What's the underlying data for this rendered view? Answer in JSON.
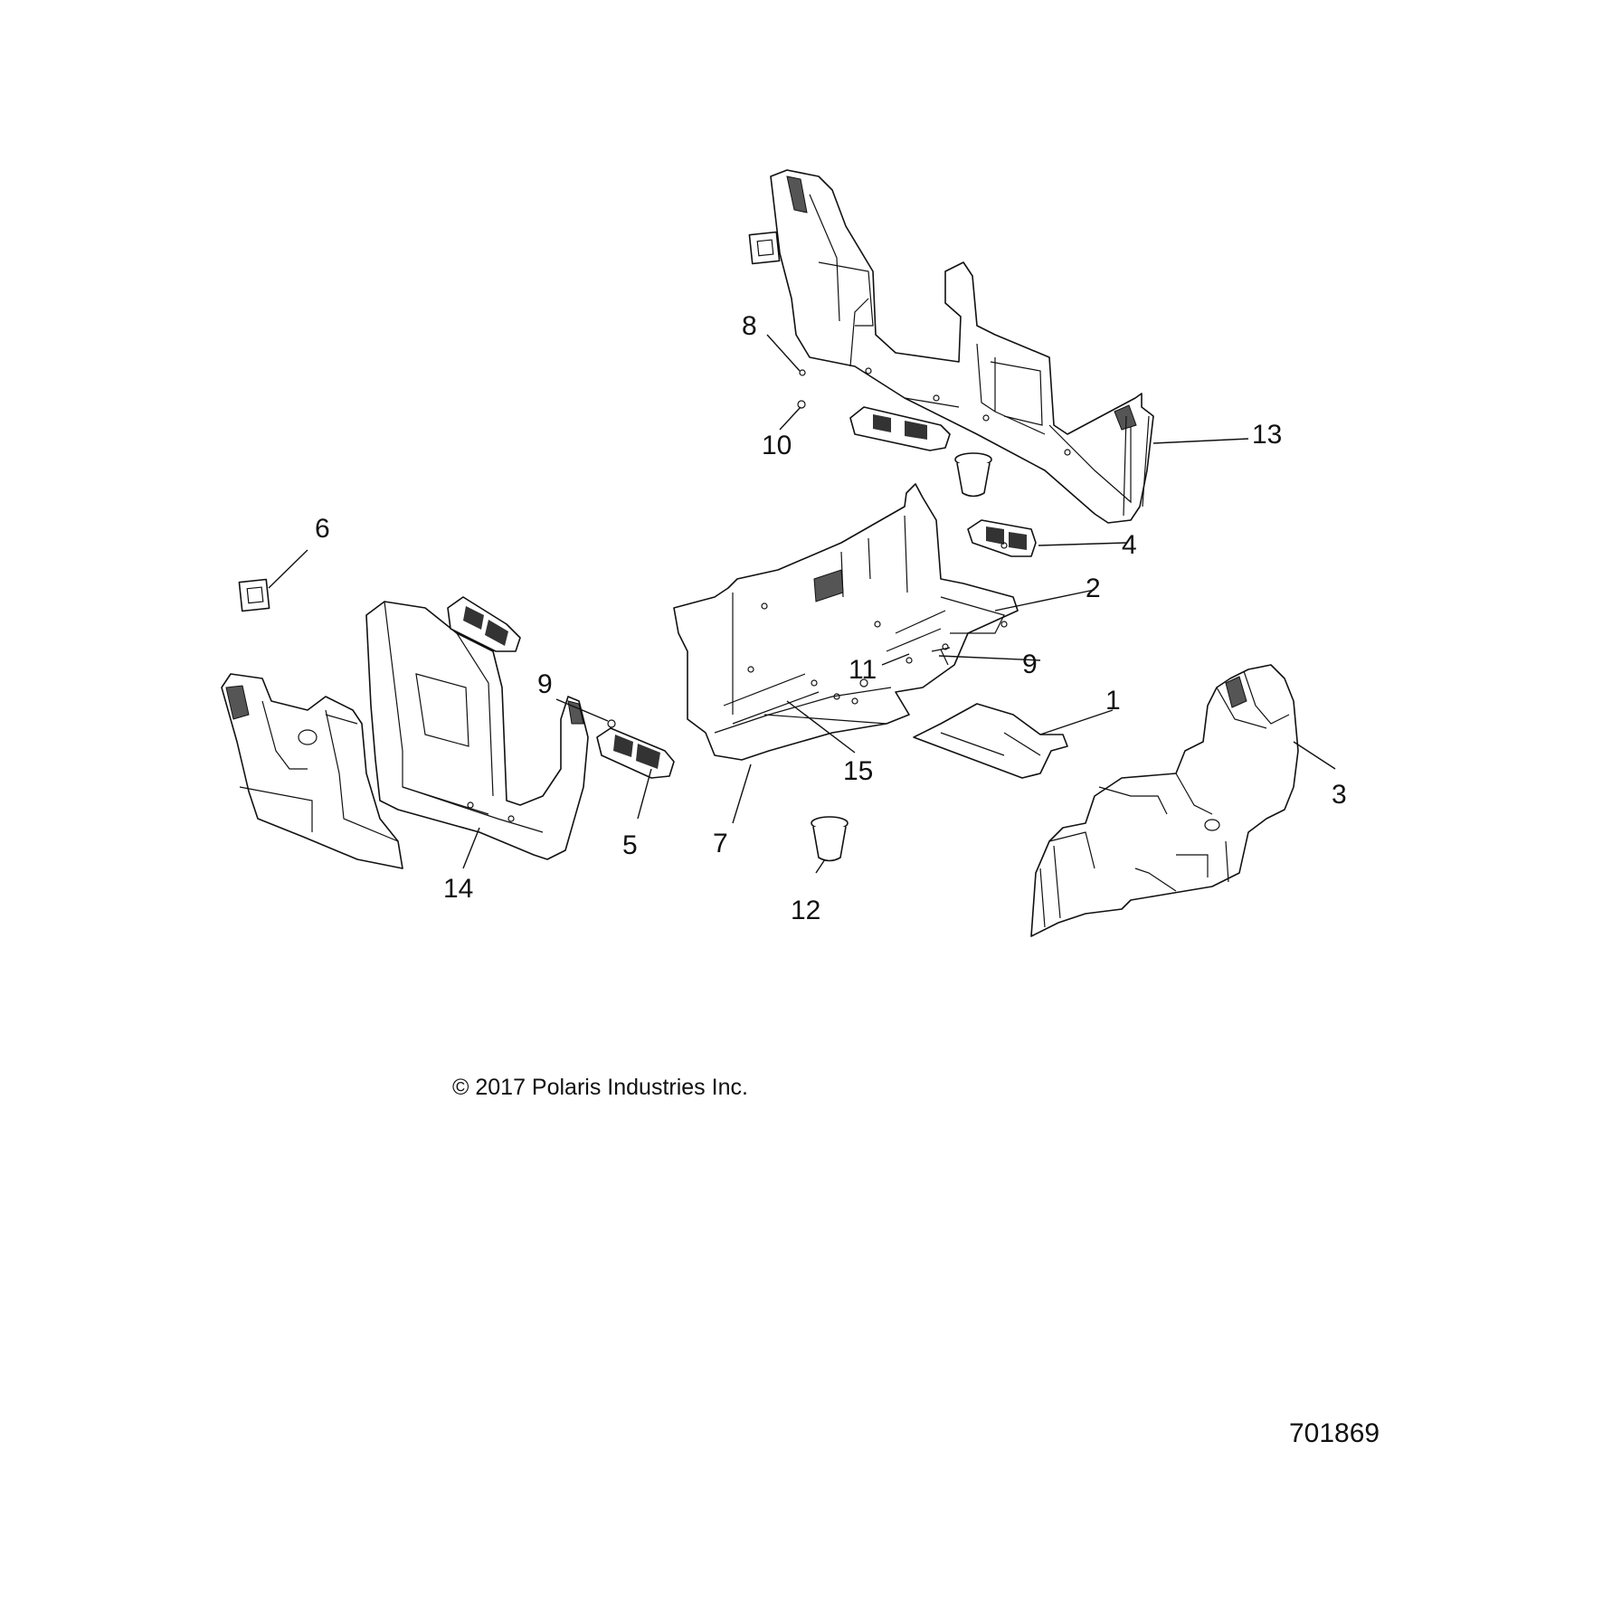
{
  "diagram": {
    "callouts": [
      "1",
      "2",
      "3",
      "4",
      "5",
      "6",
      "7",
      "8",
      "9",
      "9",
      "10",
      "11",
      "12",
      "13",
      "14",
      "15"
    ],
    "copyright": "© 2017 Polaris Industries Inc.",
    "figure_number": "701869",
    "colors": {
      "line": "#111111",
      "shade": "#555555",
      "background": "#ffffff"
    }
  }
}
